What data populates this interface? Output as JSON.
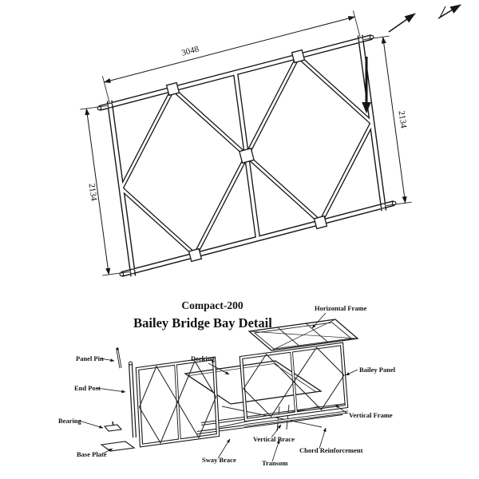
{
  "titles": {
    "model": "Compact-200",
    "subtitle": "Bailey Bridge Bay Detail"
  },
  "panel_detail": {
    "description": "Isometric detail drawing of a Bailey bridge panel",
    "dim_length": "3048",
    "dim_height_left": "2134",
    "dim_height_right": "2134"
  },
  "bay_detail": {
    "labels": {
      "panel_pin": "Panel Pin",
      "end_post": "End Post",
      "bearing": "Bearing",
      "base_plate": "Base Plate",
      "decking": "Decking",
      "horizontal_frame": "Horizontal Frame",
      "bailey_panel": "Bailey Panel",
      "vertical_frame": "Vertical Frame",
      "vertical_brace": "Vertical Brace",
      "chord_reinforcement": "Chord Reinforcement",
      "sway_brace": "Sway Brace",
      "transom": "Transom"
    }
  },
  "colors": {
    "background": "#ffffff",
    "line": "#161616"
  }
}
